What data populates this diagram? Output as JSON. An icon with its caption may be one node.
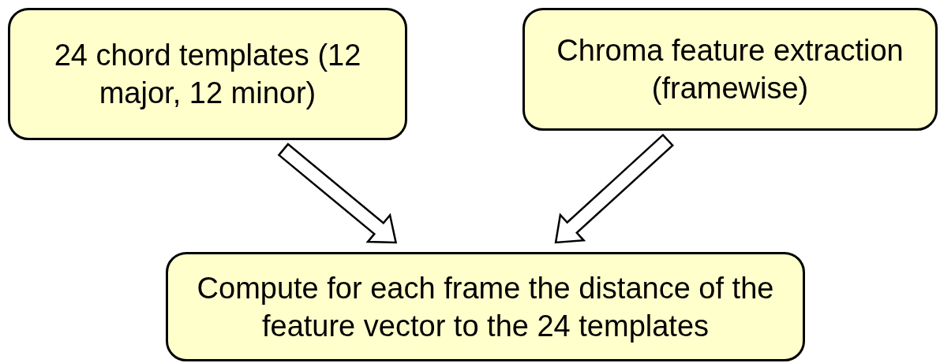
{
  "diagram": {
    "nodes": [
      {
        "text": [
          "24 chord templates (12 major, 12 minor)"
        ]
      },
      {
        "text": [
          "Chroma feature extraction (framewise)"
        ]
      },
      {
        "text": [
          "Compute for each frame the distance of the feature vector to the 24 templates"
        ]
      }
    ],
    "edges": [
      {
        "from": 0,
        "to": 2,
        "arrow": "to"
      },
      {
        "from": 1,
        "to": 2,
        "arrow": "to"
      }
    ]
  }
}
